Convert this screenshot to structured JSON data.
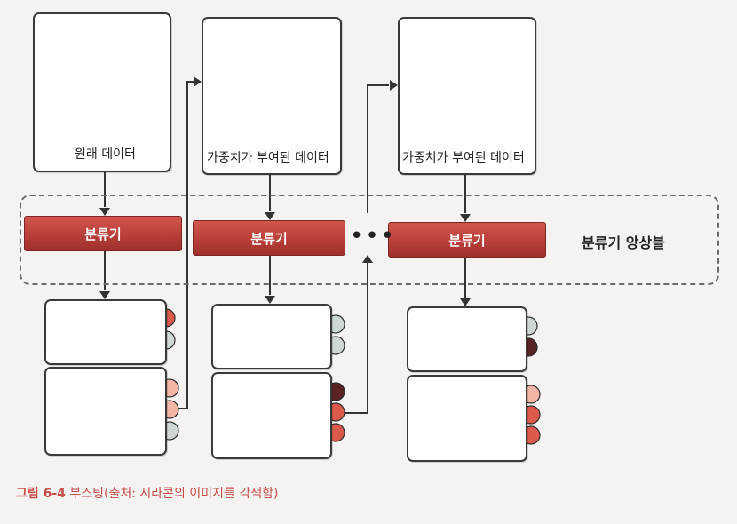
{
  "datasets": [
    {
      "label": "원래 데이터"
    },
    {
      "label": "가중치가 부여된 데이터"
    },
    {
      "label": "가중치가 부여된 데이터"
    }
  ],
  "classifiers": [
    {
      "label": "분류기"
    },
    {
      "label": "분류기"
    },
    {
      "label": "분류기"
    }
  ],
  "ellipsis": "•••",
  "ensemble_label": "분류기 앙상블",
  "figure_caption": {
    "number": "그림 6-4",
    "text": "부스팅(출처: 시라콘의 이미지를 각색함)"
  },
  "colors": {
    "dark": "#5a2424",
    "red": "#dc5a4c",
    "peach": "#f4b6a4",
    "pink": "#f7d1c6",
    "gray": "#cfd7d6",
    "darkgray": "#555555",
    "classifier_bar": "#c1433d"
  },
  "icons": {
    "correct": "check-icon",
    "wrong": "x-icon"
  }
}
